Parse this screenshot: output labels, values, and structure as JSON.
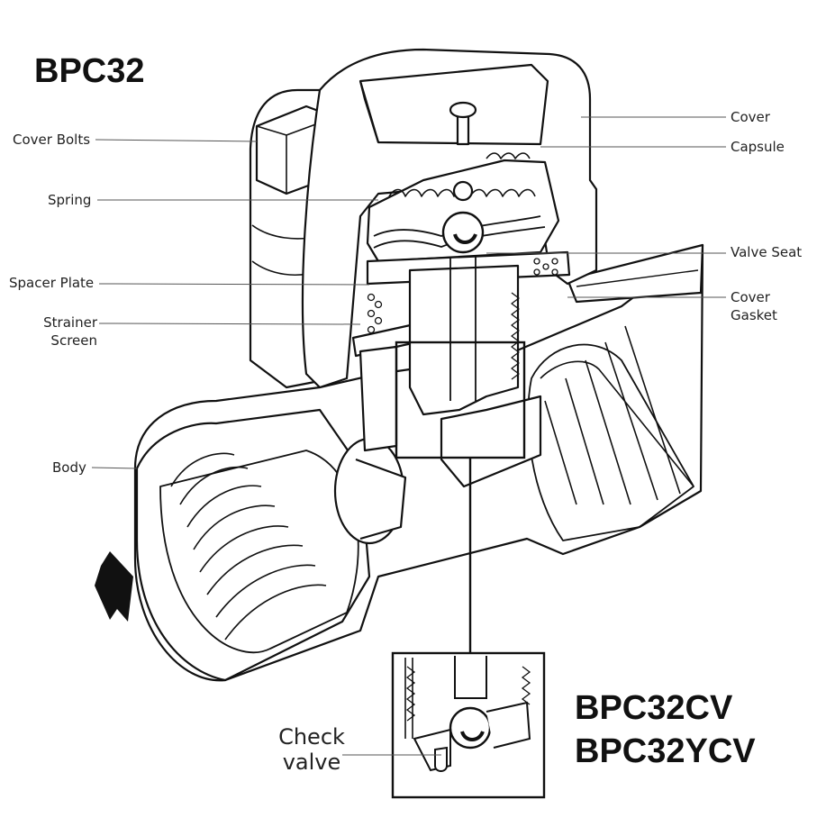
{
  "title_main": "BPC32",
  "title_variant_1": "BPC32CV",
  "title_variant_2": "BPC32YCV",
  "check_valve_label_line1": "Check",
  "check_valve_label_line2": "valve",
  "labels_left": {
    "cover_bolts": "Cover Bolts",
    "spring": "Spring",
    "spacer_plate": "Spacer Plate",
    "strainer_line1": "Strainer",
    "strainer_line2": "Screen",
    "body": "Body"
  },
  "labels_right": {
    "cover": "Cover",
    "capsule": "Capsule",
    "valve_seat": "Valve Seat",
    "cover_gasket_line1": "Cover",
    "cover_gasket_line2": "Gasket"
  },
  "colors": {
    "ink": "#111111",
    "leader": "#555555",
    "fill": "#ffffff"
  }
}
